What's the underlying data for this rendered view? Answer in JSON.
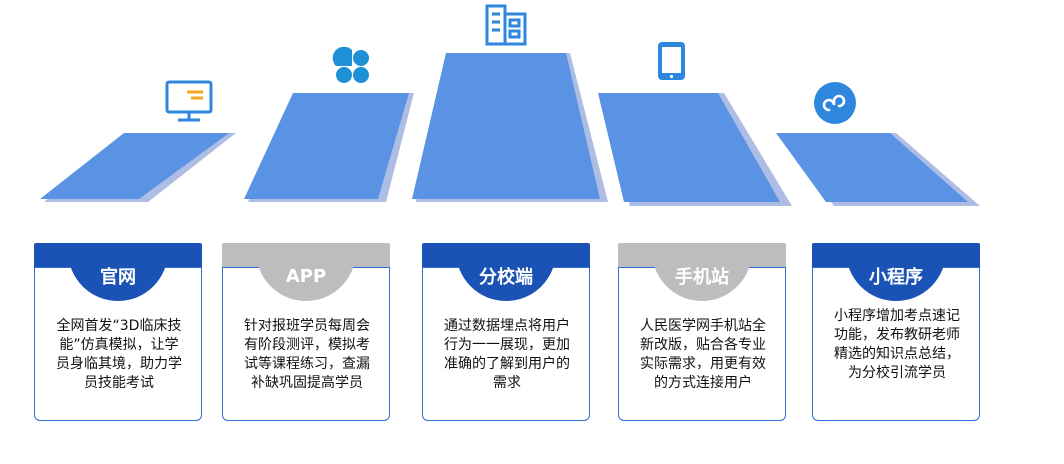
{
  "colors": {
    "panel": "#5b93e4",
    "panel_shadow": "#aebde3",
    "accent_blue": "#1b52b5",
    "accent_gray": "#bdbdbd",
    "icon_blue": "#2e86de"
  },
  "channels": [
    {
      "title": "官网",
      "style": "blue",
      "icon": "monitor-icon",
      "lines": [
        "全网首发“3D临床技",
        "能”仿真模拟，让学",
        "员身临其境，助力学",
        "员技能考试"
      ]
    },
    {
      "title": "APP",
      "style": "gray",
      "icon": "app-grid-icon",
      "lines": [
        "针对报班学员每周会",
        "有阶段测评，模拟考",
        "试等课程练习，查漏",
        "补缺巩固提高学员"
      ]
    },
    {
      "title": "分校端",
      "style": "blue",
      "icon": "building-icon",
      "lines": [
        "通过数据埋点将用户",
        "行为一一展现，更加",
        "准确的了解到用户的",
        "需求"
      ]
    },
    {
      "title": "手机站",
      "style": "gray",
      "icon": "mobile-phone-icon",
      "lines": [
        "人民医学网手机站全",
        "新改版，贴合各专业",
        "实际需求，用更有效",
        "的方式连接用户"
      ]
    },
    {
      "title": "小程序",
      "style": "blue",
      "icon": "mini-program-icon",
      "lines": [
        "小程序增加考点速记",
        "功能，发布教研老师",
        "精选的知识点总结，",
        "为分校引流学员"
      ]
    }
  ]
}
